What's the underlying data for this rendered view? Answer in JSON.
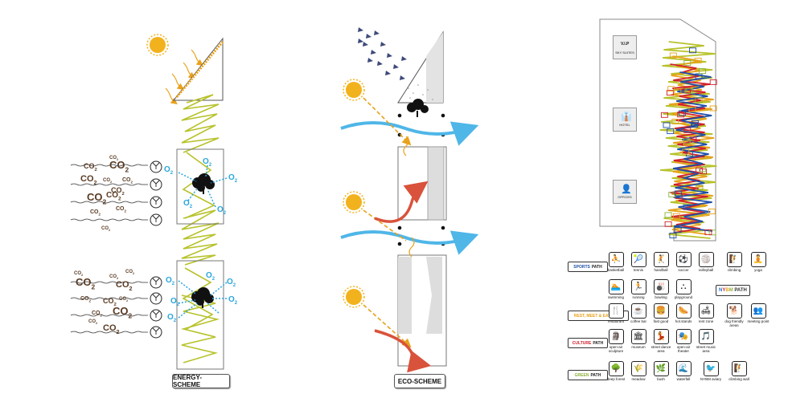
{
  "schemes": {
    "energy": {
      "label": "ENERGY-SCHEME",
      "co2": "CO",
      "co2_sub": "2",
      "o2": "O",
      "o2_sub": "2"
    },
    "eco": {
      "label": "ECO-SCHEME"
    },
    "paths": {
      "floors": [
        {
          "icon_name": "vip-icon",
          "icon_text": "V.I.P",
          "label": "SKY SUITES"
        },
        {
          "icon_name": "hotel-icon",
          "icon_text": "",
          "label": "HOTEL"
        },
        {
          "icon_name": "offices-icon",
          "icon_text": "",
          "label": "OFFICES"
        }
      ]
    }
  },
  "legend": {
    "nybm_tag": {
      "prefix": "NYBM",
      "rest": " PATH",
      "colors": [
        "#1e6fd0",
        "#d11f2b",
        "#e8a21b",
        "#8db13a"
      ]
    },
    "sports": {
      "tag": "SPORTS",
      "path_word": "PATH",
      "color": "#1e4fa8",
      "items": [
        {
          "icon": "basketball-icon",
          "glyph": "⛹",
          "label": "basketball"
        },
        {
          "icon": "tennis-icon",
          "glyph": "🎾",
          "label": "tennis"
        },
        {
          "icon": "handball-icon",
          "glyph": "🤾",
          "label": "handball"
        },
        {
          "icon": "soccer-icon",
          "glyph": "⚽",
          "label": "soccer"
        },
        {
          "icon": "volleyball-icon",
          "glyph": "🏐",
          "label": "volleyball"
        },
        {
          "icon": "climbing-icon",
          "glyph": "🧗",
          "label": "climbing"
        },
        {
          "icon": "yoga-icon",
          "glyph": "🧘",
          "label": "yoga"
        },
        {
          "icon": "swimming-icon",
          "glyph": "🏊",
          "label": "swimming"
        },
        {
          "icon": "running-icon",
          "glyph": "🏃",
          "label": "running"
        },
        {
          "icon": "bowling-icon",
          "glyph": "🎳",
          "label": "bowling"
        },
        {
          "icon": "playground-icon",
          "glyph": "⛬",
          "label": "playground"
        }
      ]
    },
    "rest": {
      "tag": "REST, MEET & EAT",
      "path_word": "PATH",
      "color": "#e8a21b",
      "items": [
        {
          "icon": "restaurant-icon",
          "glyph": "🍴",
          "label": "restaurant"
        },
        {
          "icon": "coffee-bar-icon",
          "glyph": "☕",
          "label": "coffee bar"
        },
        {
          "icon": "fast-good-icon",
          "glyph": "🍔",
          "label": "fast good"
        },
        {
          "icon": "hot-stands-icon",
          "glyph": "🌭",
          "label": "hot.stands"
        },
        {
          "icon": "rest-zone-icon",
          "glyph": "🛋",
          "label": "rest zone"
        },
        {
          "icon": "dog-friendly-icon",
          "glyph": "🐕",
          "label": "dog friendly areas"
        },
        {
          "icon": "meeting-point-icon",
          "glyph": "👥",
          "label": "meeting point"
        }
      ]
    },
    "culture": {
      "tag": "CULTURE",
      "path_word": "PATH",
      "color": "#d11f2b",
      "items": [
        {
          "icon": "sculpture-icon",
          "glyph": "🗿",
          "label": "open-air sculpture"
        },
        {
          "icon": "museum-icon",
          "glyph": "🏛",
          "label": "museum"
        },
        {
          "icon": "dance-area-icon",
          "glyph": "💃",
          "label": "street dance area"
        },
        {
          "icon": "theater-icon",
          "glyph": "🎭",
          "label": "open-air theater"
        },
        {
          "icon": "music-area-icon",
          "glyph": "🎵",
          "label": "street music area"
        }
      ]
    },
    "green": {
      "tag": "GREEN",
      "path_word": "PATH",
      "color": "#8db13a",
      "items": [
        {
          "icon": "deep-forest-icon",
          "glyph": "🌳",
          "label": "deep forest"
        },
        {
          "icon": "meadow-icon",
          "glyph": "🌾",
          "label": "meadow"
        },
        {
          "icon": "bush-icon",
          "glyph": "🌿",
          "label": "bush"
        },
        {
          "icon": "waterfall-icon",
          "glyph": "🌊",
          "label": "waterfall"
        },
        {
          "icon": "aviary-icon",
          "glyph": "🐦",
          "label": "NYBM aviary"
        },
        {
          "icon": "climbing-wall-icon",
          "glyph": "🧗",
          "label": "climbing wall"
        }
      ]
    }
  }
}
